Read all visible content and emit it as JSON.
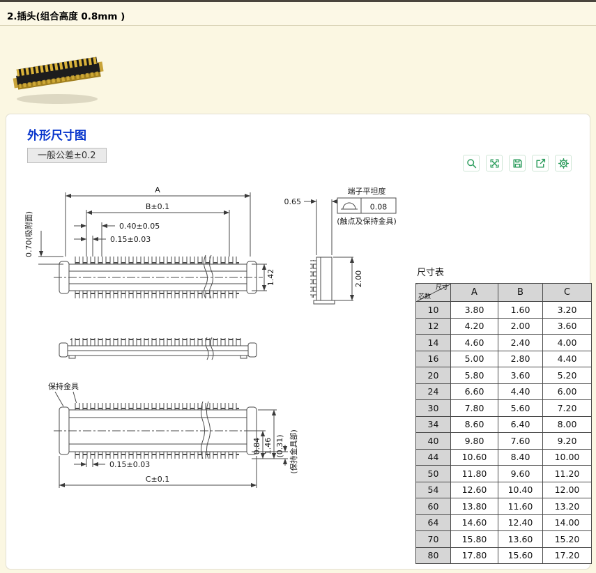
{
  "header": {
    "title": "2.插头(组合高度 0.8mm )"
  },
  "panel": {
    "title": "外形尺寸图",
    "tolerance": "一般公差±0.2"
  },
  "toolbar": {
    "icons": [
      "zoom",
      "expand",
      "save",
      "share",
      "settings"
    ]
  },
  "drawing": {
    "top_view": {
      "dim_a": "A",
      "dim_b": "B±0.1",
      "dim_pitch": "0.40±0.05",
      "dim_contact_width": "0.15±0.03",
      "dim_suction_face": "0.70(吸附面)",
      "dim_body_width": "1.42"
    },
    "side_view": {
      "dim_thickness": "0.65",
      "flatness_title": "端子平坦度",
      "flatness_value": "0.08",
      "flatness_note": "(触点及保持金具)",
      "dim_height": "2.00"
    },
    "bottom_view": {
      "retainer_label": "保持金具",
      "dim_contact_width": "0.15±0.03",
      "dim_c": "C±0.1",
      "dim_half_height": "0.84",
      "dim_total_height": "1.46",
      "dim_tail": "(0.31)",
      "retainer_note": "(保持金具部)"
    }
  },
  "table": {
    "title": "尺寸表",
    "corner": {
      "top": "尺寸",
      "bottom": "芯数"
    },
    "columns": [
      "A",
      "B",
      "C"
    ],
    "rows": [
      [
        "10",
        "3.80",
        "1.60",
        "3.20"
      ],
      [
        "12",
        "4.20",
        "2.00",
        "3.60"
      ],
      [
        "14",
        "4.60",
        "2.40",
        "4.00"
      ],
      [
        "16",
        "5.00",
        "2.80",
        "4.40"
      ],
      [
        "20",
        "5.80",
        "3.60",
        "5.20"
      ],
      [
        "24",
        "6.60",
        "4.40",
        "6.00"
      ],
      [
        "30",
        "7.80",
        "5.60",
        "7.20"
      ],
      [
        "34",
        "8.60",
        "6.40",
        "8.00"
      ],
      [
        "40",
        "9.80",
        "7.60",
        "9.20"
      ],
      [
        "44",
        "10.60",
        "8.40",
        "10.00"
      ],
      [
        "50",
        "11.80",
        "9.60",
        "11.20"
      ],
      [
        "54",
        "12.60",
        "10.40",
        "12.00"
      ],
      [
        "60",
        "13.80",
        "11.60",
        "13.20"
      ],
      [
        "64",
        "14.60",
        "12.40",
        "14.00"
      ],
      [
        "70",
        "15.80",
        "13.60",
        "15.20"
      ],
      [
        "80",
        "17.80",
        "15.60",
        "17.20"
      ]
    ]
  }
}
